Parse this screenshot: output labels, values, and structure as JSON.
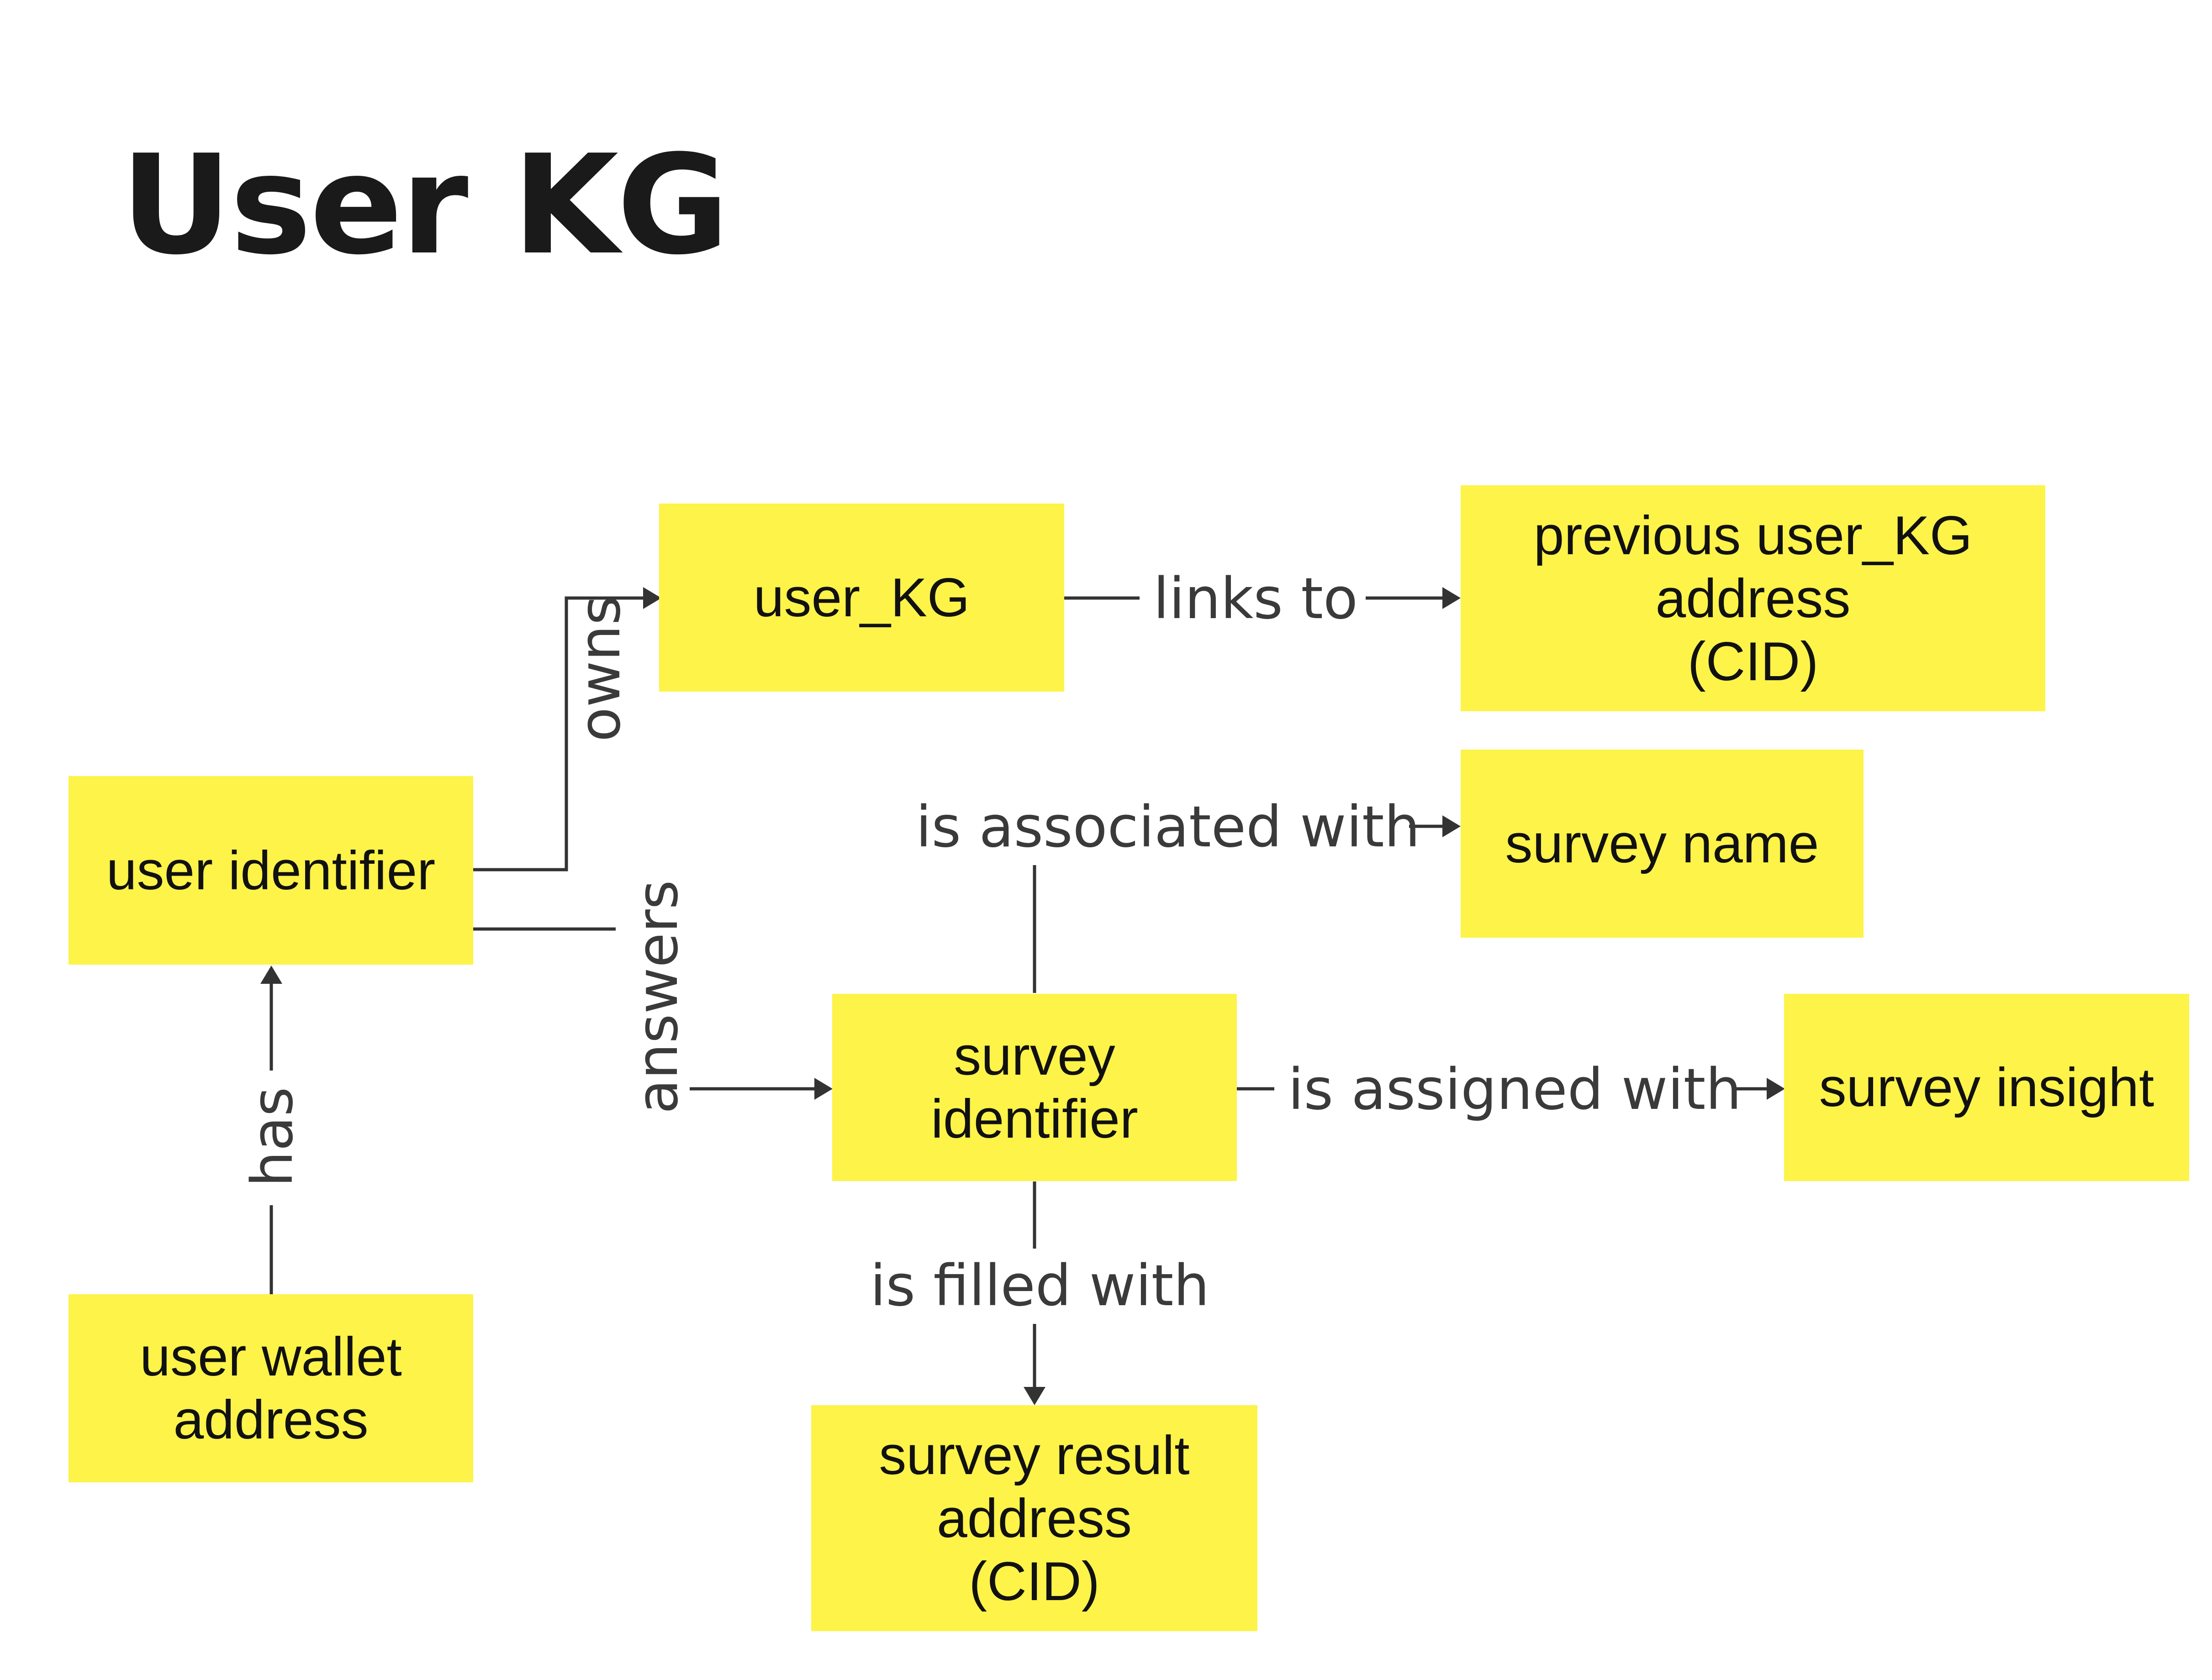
{
  "title": "User KG",
  "nodes": {
    "user_kg": "user_KG",
    "previous_user_kg": "previous user_KG\naddress\n(CID)",
    "user_identifier": "user identifier",
    "survey_name": "survey name",
    "survey_identifier": "survey\nidentifier",
    "survey_insight": "survey insight",
    "user_wallet_address": "user wallet\naddress",
    "survey_result_address": "survey result\naddress\n(CID)"
  },
  "edges": {
    "owns": "owns",
    "links_to": "links to",
    "is_associated_with": "is associated with",
    "answers": "answers",
    "is_assigned_with": "is assigned with",
    "has": "has",
    "is_filled_with": "is filled with"
  },
  "colors": {
    "node_fill": "#fdf349",
    "edge": "#333333",
    "title": "#1a1a1a"
  }
}
